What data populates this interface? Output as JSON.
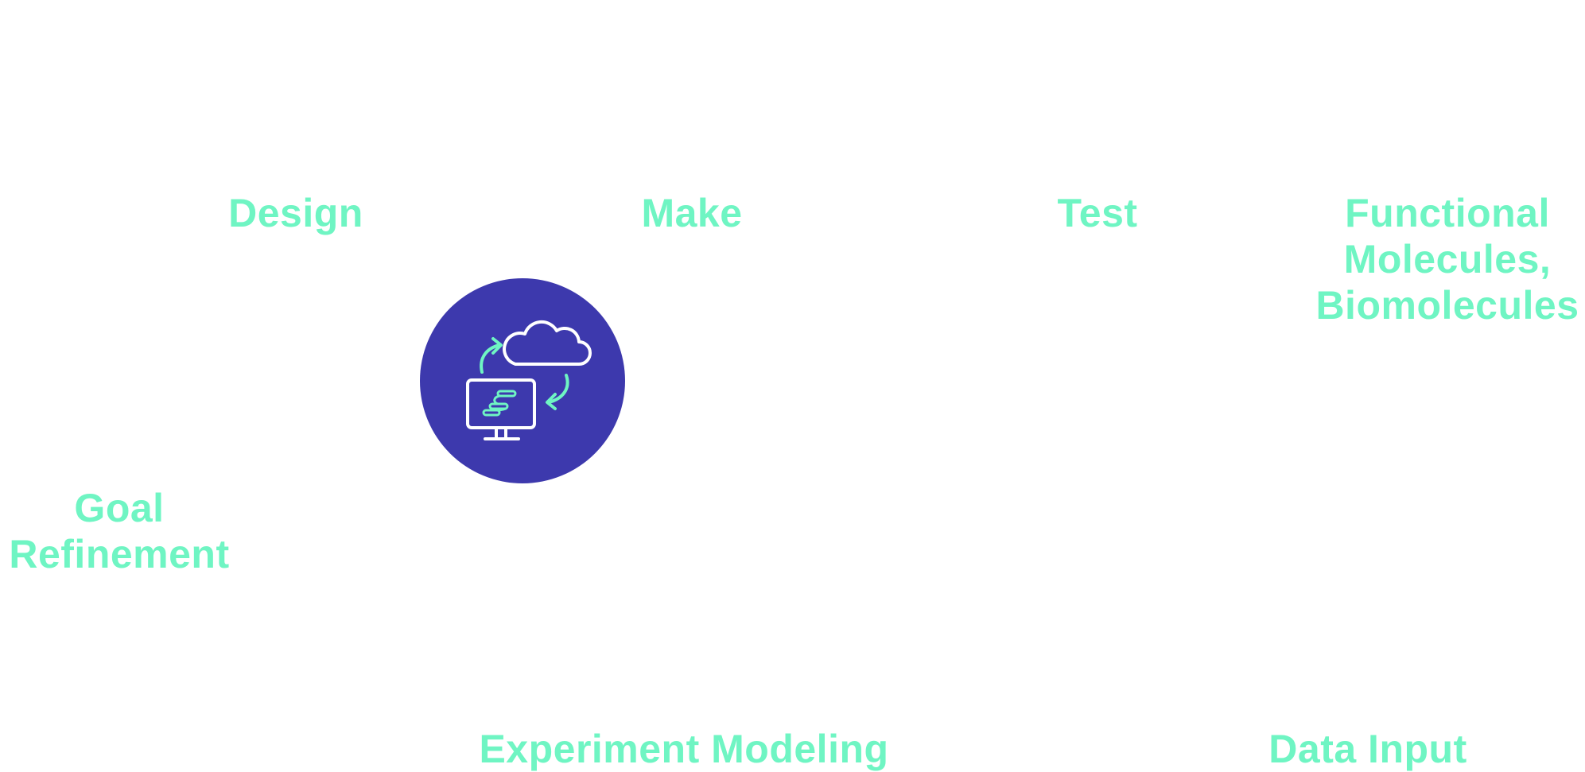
{
  "labels": {
    "design": "Design",
    "make": "Make",
    "test": "Test",
    "functional": [
      "Functional",
      "Molecules,",
      "Biomolecules"
    ],
    "goal": [
      "Goal",
      "Refinement"
    ],
    "experiment": "Experiment Modeling",
    "data_input": "Data Input"
  },
  "hub": {
    "icons": [
      "cloud-icon",
      "monitor-icon",
      "cycle-arrow-icon",
      "workflow-icon"
    ]
  },
  "colors": {
    "accent": "#6ff5c3",
    "hub_fill": "#3d39ad",
    "icon_stroke": "#ffffff",
    "background": "#ffffff"
  }
}
